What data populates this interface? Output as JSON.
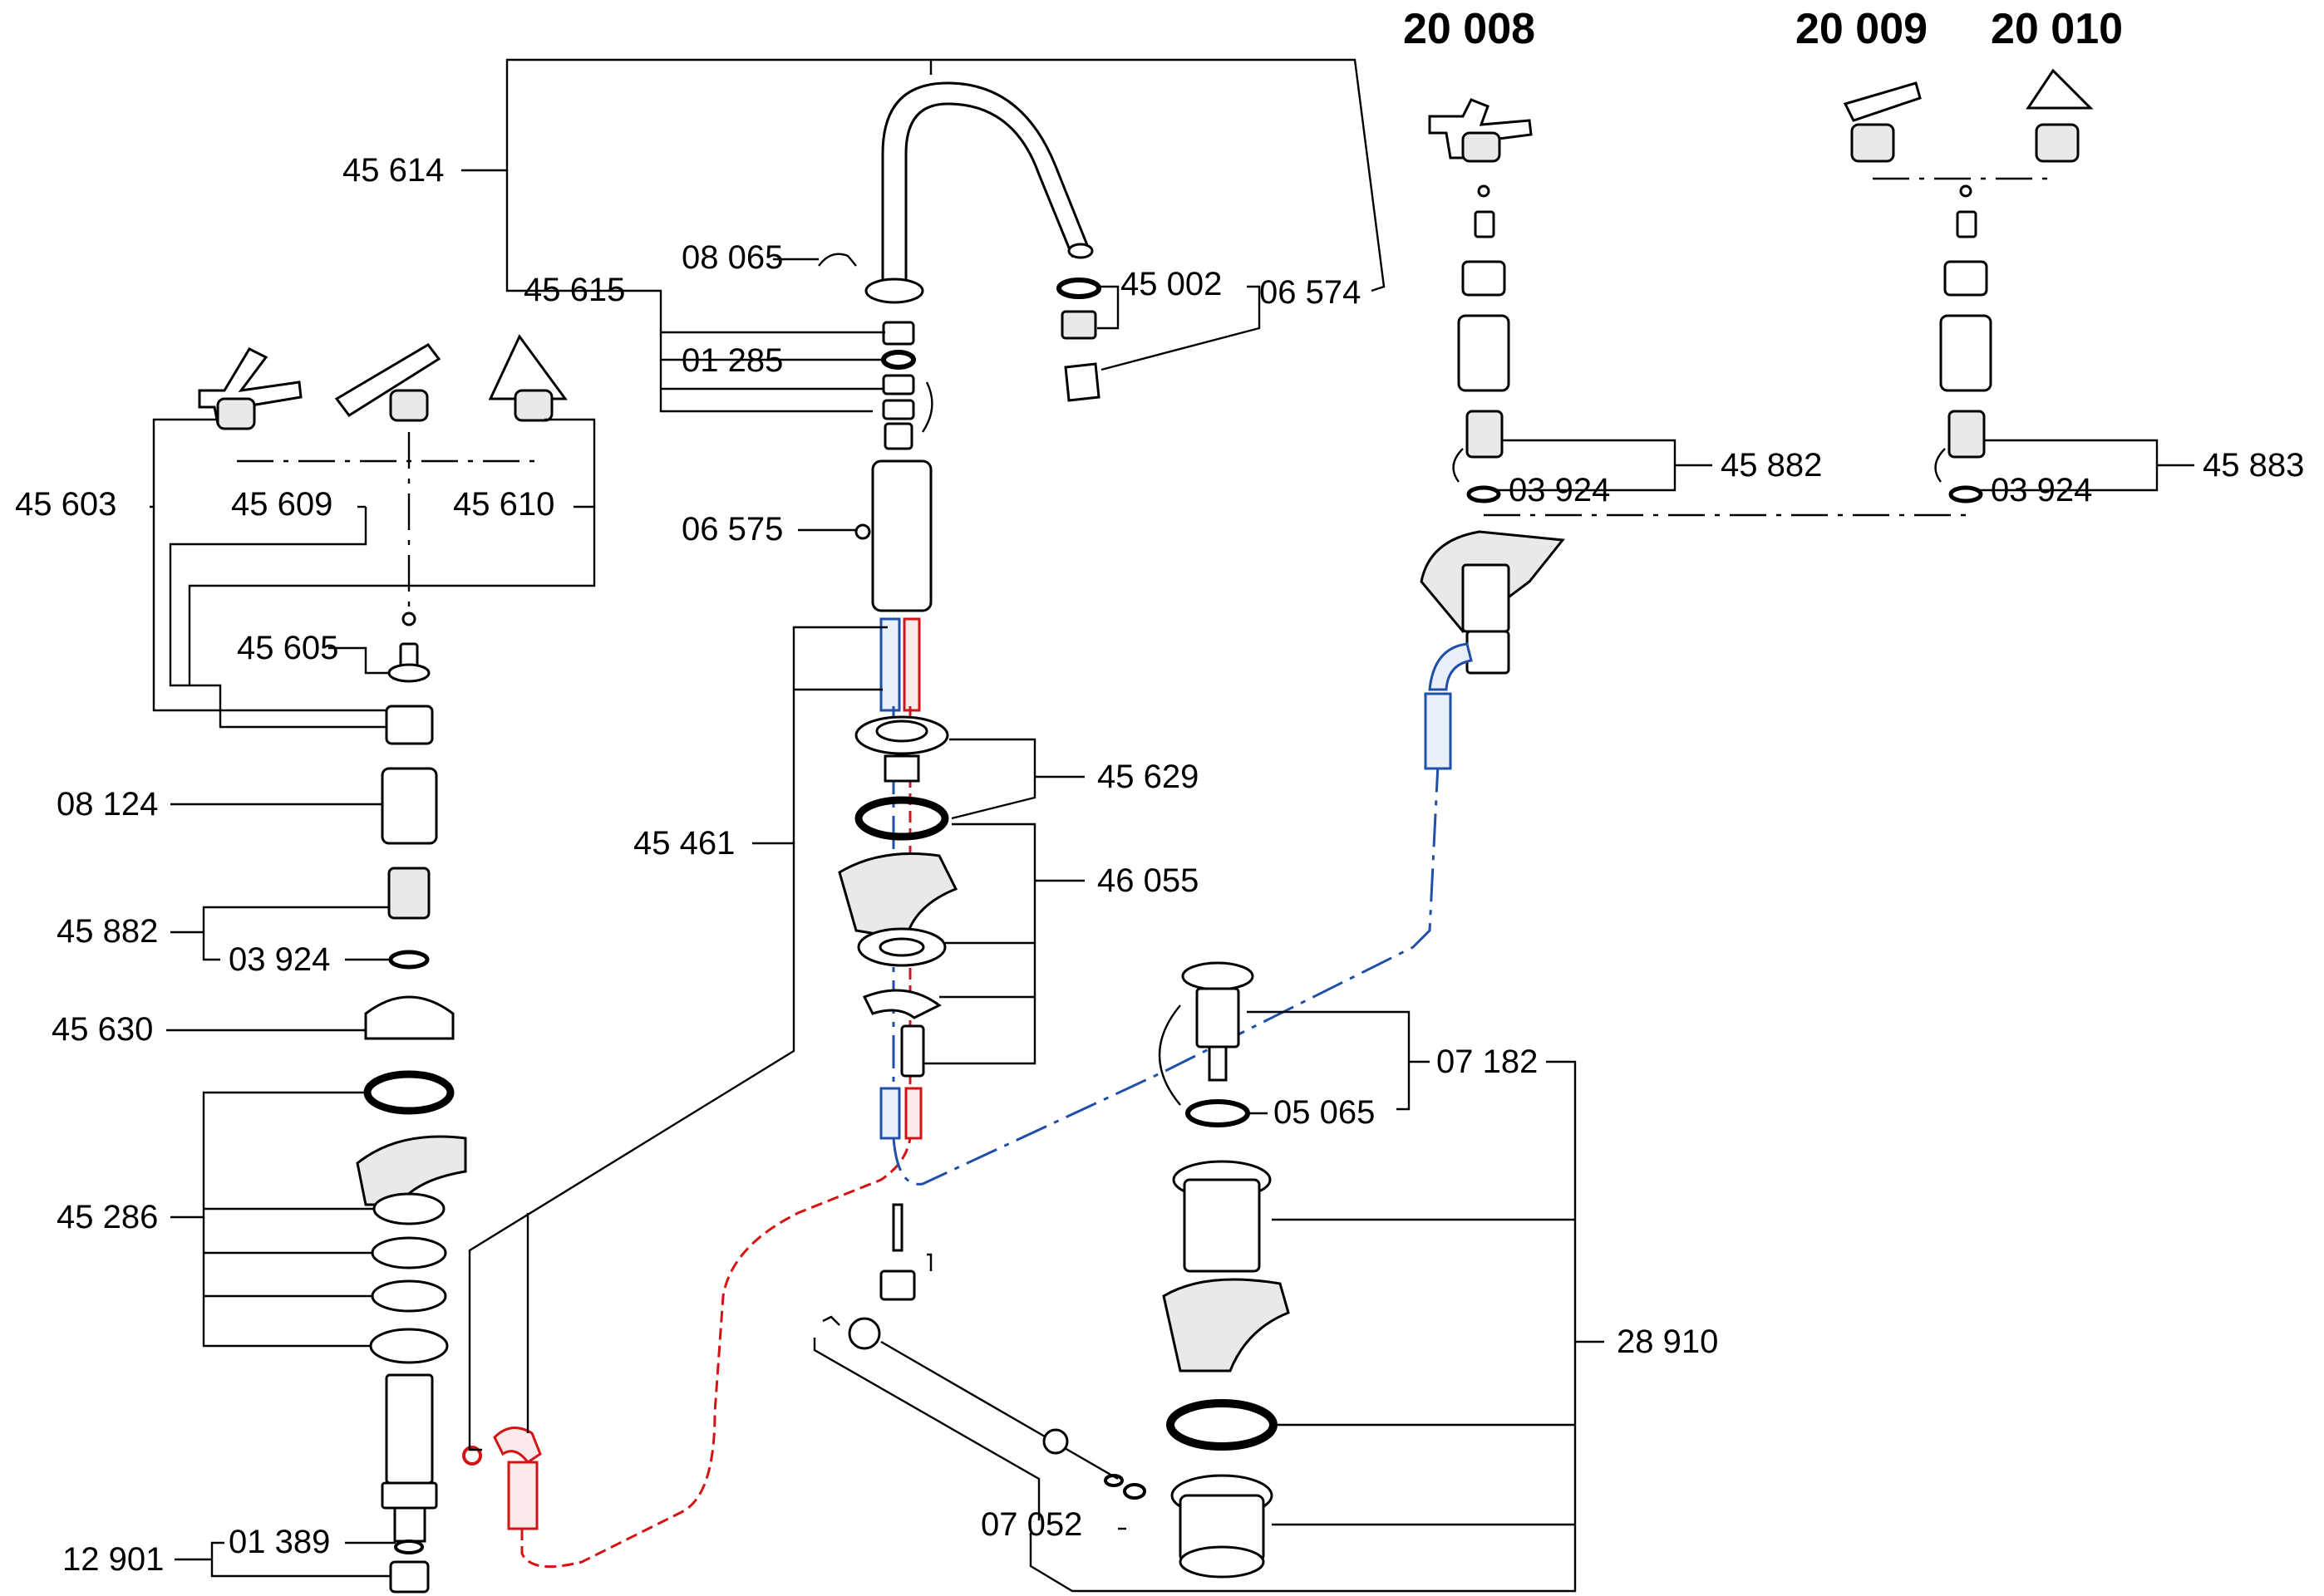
{
  "models": {
    "cross": "20 008",
    "lever": "20 009",
    "triangle": "20 010"
  },
  "labels": {
    "p45614": "45 614",
    "p45615": "45 615",
    "p08065": "08 065",
    "p01285": "01 285",
    "p45002": "45 002",
    "p06574": "06 574",
    "p06575": "06 575",
    "p45603": "45 603",
    "p45609": "45 609",
    "p45610": "45 610",
    "p45605": "45 605",
    "p08124": "08 124",
    "p45882_left": "45 882",
    "p03924_left": "03 924",
    "p45630": "45 630",
    "p45286": "45 286",
    "p12901": "12 901",
    "p01389": "01 389",
    "p45461": "45 461",
    "p45629": "45 629",
    "p46055": "46 055",
    "p07182": "07 182",
    "p05065": "05 065",
    "p28910": "28 910",
    "p07052": "07 052",
    "p45882_right": "45 882",
    "p03924_mid": "03 924",
    "p45883": "45 883",
    "p03924_right": "03 924"
  },
  "colors": {
    "hot": "#d41414",
    "cold": "#1f4fa8",
    "line": "#000000"
  }
}
